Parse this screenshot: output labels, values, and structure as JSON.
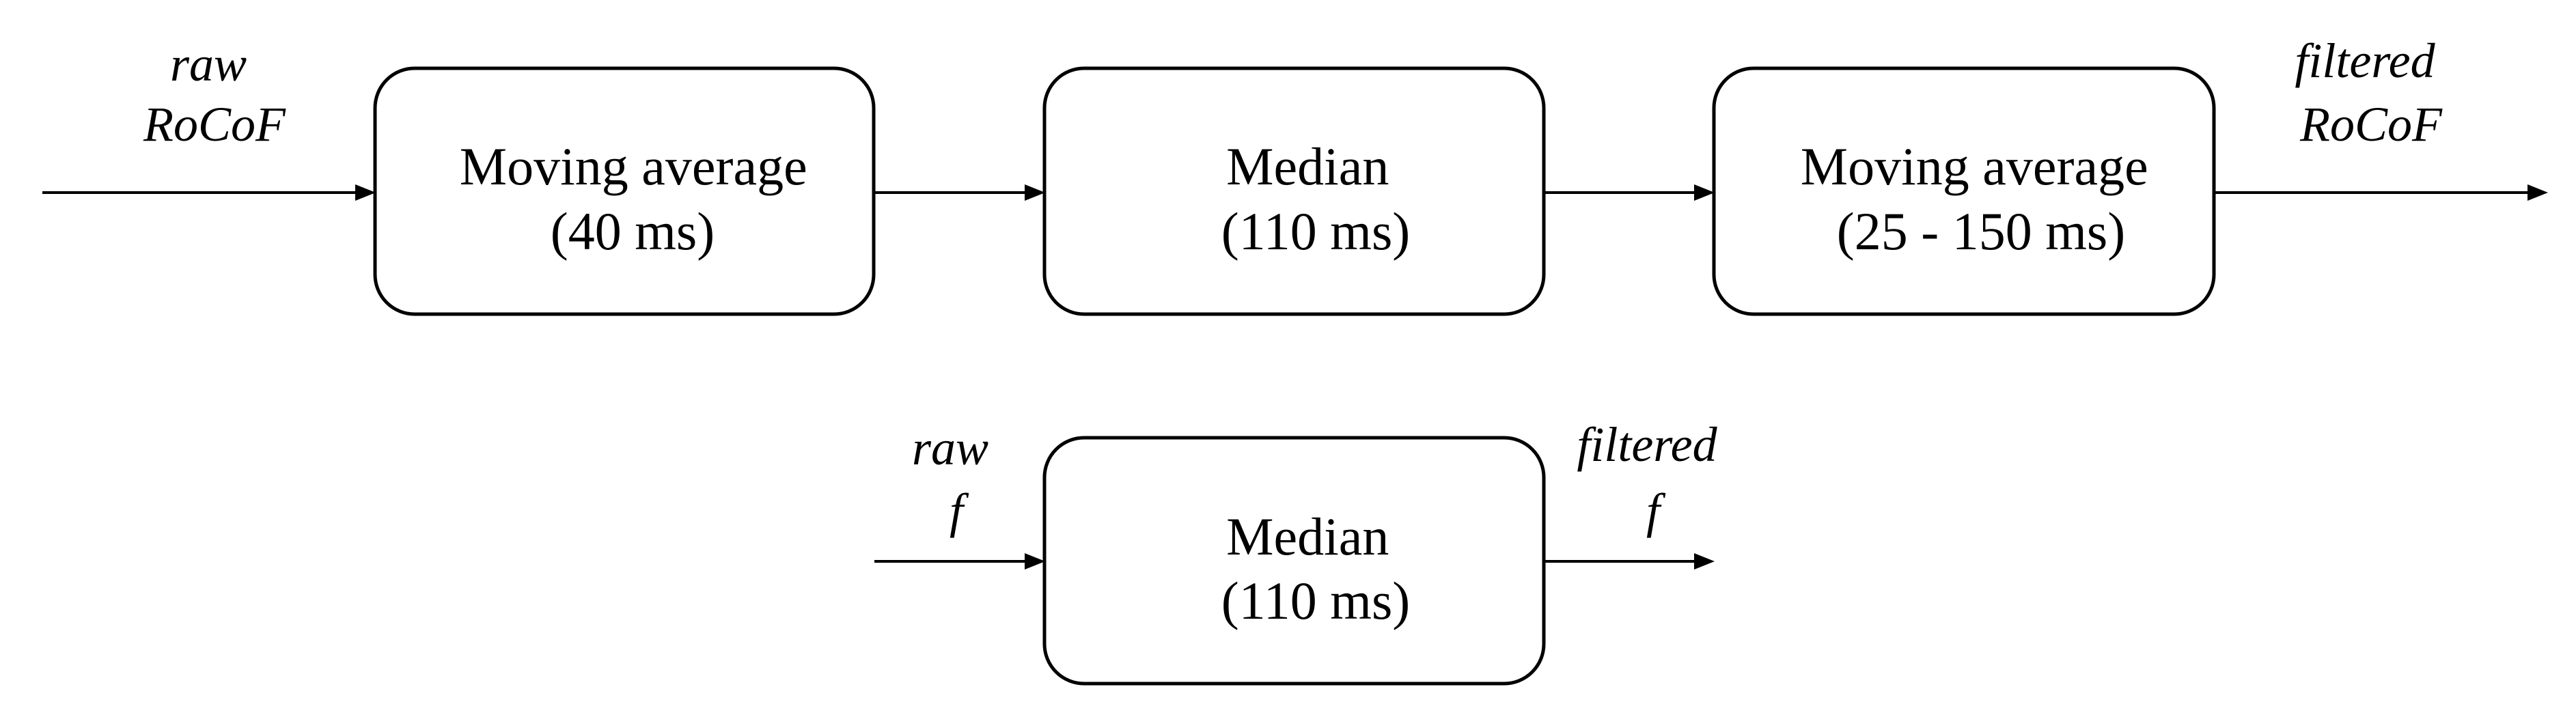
{
  "rocof_chain": {
    "input_label": [
      "raw",
      "RoCoF"
    ],
    "output_label": [
      "filtered",
      "RoCoF"
    ],
    "blocks": [
      {
        "line1": "Moving average",
        "line2": "(40 ms)"
      },
      {
        "line1": "Median",
        "line2": "(110 ms)"
      },
      {
        "line1": "Moving average",
        "line2": "(25 - 150 ms)"
      }
    ]
  },
  "frequency_chain": {
    "input_label": [
      "raw",
      "f"
    ],
    "output_label": [
      "filtered",
      "f"
    ],
    "blocks": [
      {
        "line1": "Median",
        "line2": "(110 ms)"
      }
    ]
  }
}
